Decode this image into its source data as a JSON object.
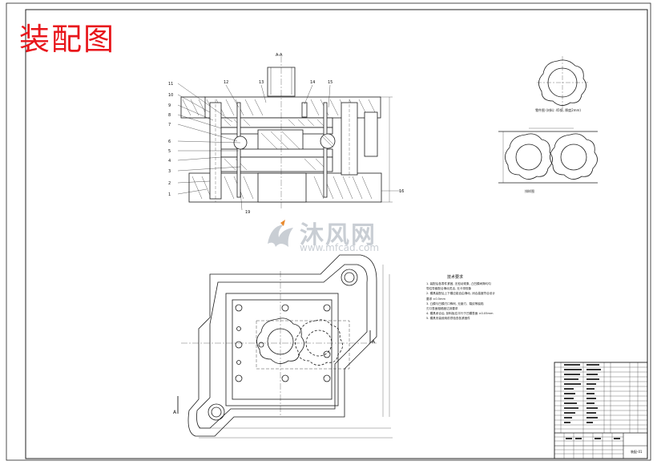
{
  "title": "装配图",
  "watermark": {
    "brand": "沐风网",
    "url": "www.mfcad.com"
  },
  "section_label": "A-A",
  "leaders": [
    "1",
    "2",
    "3",
    "4",
    "5",
    "6",
    "7",
    "8",
    "9",
    "10",
    "11",
    "12",
    "13",
    "14",
    "15",
    "16"
  ],
  "leader_bottom": "19",
  "part_view_label": "零件图 (材料: 45钢, 厚度2mm)",
  "strip_label": "排样图",
  "tech_requirements_title": "技术要求",
  "tech_requirements": [
    "1. 装配后各零件紧固, 无松动现象, 凸凹模间隙均匀",
    "   导柱导套配合滑动灵活, 无卡滞现象",
    "2. 模具装配后上下模应能自由滑动, 闭合高度符合设计",
    "   要求 ±0.5mm",
    "3. 凸模与凹模刃口锋利, 无崩刃、裂纹等缺陷",
    "   刃口表面粗糙度达到要求",
    "4. 模具闭合后, 卸料板应平行于凹模表面 ±0.05mm",
    "5. 模具安装使用前须检查各紧固件"
  ],
  "drawing_no": "装配-01",
  "colors": {
    "title": "#e8161b",
    "line": "#1a1a1a",
    "watermark": "#c9ced4",
    "watermark_accent": "#e98a2e"
  }
}
